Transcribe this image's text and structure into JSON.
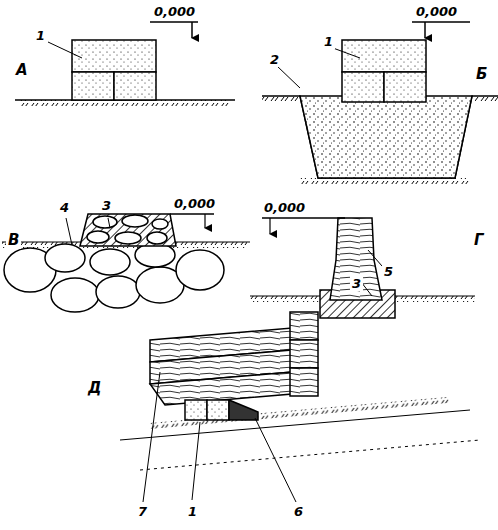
{
  "diagram": {
    "labels": [
      "0,000",
      "1",
      "А",
      "0,000",
      "1",
      "2",
      "Б",
      "4",
      "3",
      "0,000",
      "В",
      "0,000",
      "5",
      "3",
      "Г",
      "Д",
      "7",
      "1",
      "6"
    ]
  }
}
